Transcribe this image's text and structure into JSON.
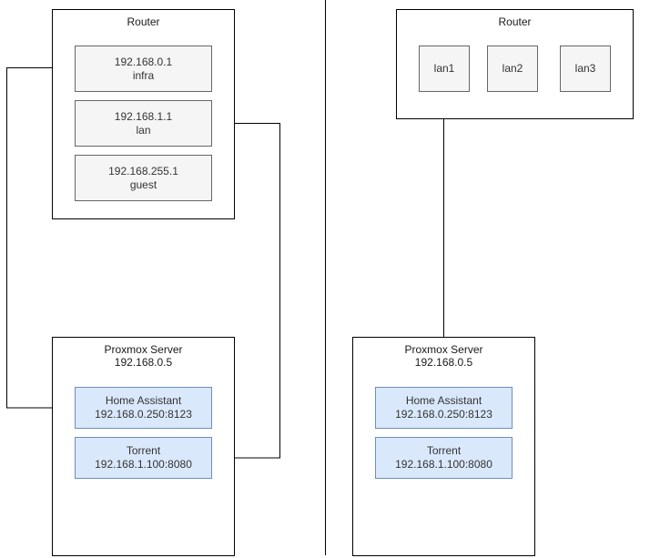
{
  "left": {
    "router": {
      "title": "Router",
      "networks": [
        {
          "ip": "192.168.0.1",
          "name": "infra"
        },
        {
          "ip": "192.168.1.1",
          "name": "lan"
        },
        {
          "ip": "192.168.255.1",
          "name": "guest"
        }
      ]
    },
    "server": {
      "title": "Proxmox Server",
      "ip": "192.168.0.5",
      "services": [
        {
          "name": "Home Assistant",
          "address": "192.168.0.250:8123"
        },
        {
          "name": "Torrent",
          "address": "192.168.1.100:8080"
        }
      ]
    }
  },
  "right": {
    "router": {
      "title": "Router",
      "ports": [
        "lan1",
        "lan2",
        "lan3"
      ]
    },
    "server": {
      "title": "Proxmox Server",
      "ip": "192.168.0.5",
      "services": [
        {
          "name": "Home Assistant",
          "address": "192.168.0.250:8123"
        },
        {
          "name": "Torrent",
          "address": "192.168.1.100:8080"
        }
      ]
    }
  },
  "colors": {
    "line": "#000000",
    "gray_fill": "#f5f5f5",
    "gray_stroke": "#666666",
    "blue_fill": "#dae8fc",
    "blue_stroke": "#6c8ebf"
  }
}
